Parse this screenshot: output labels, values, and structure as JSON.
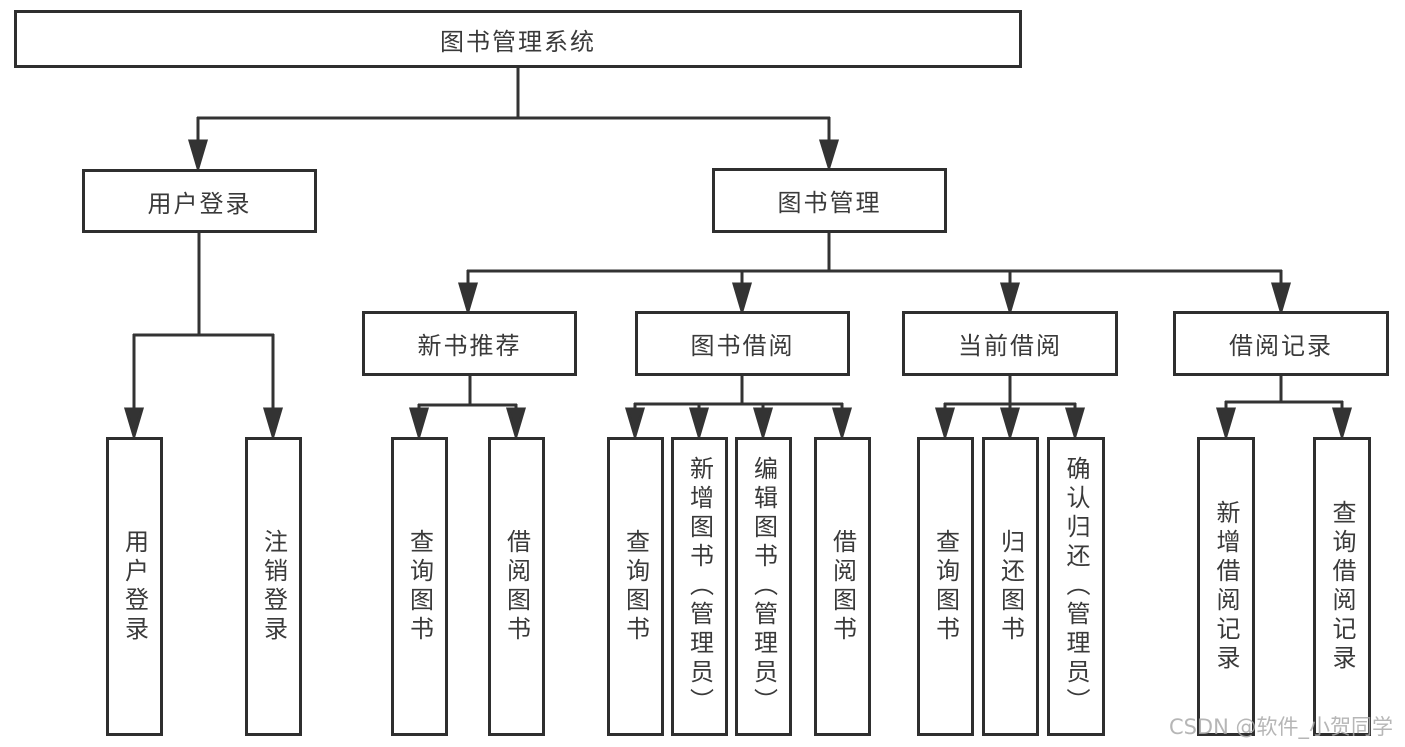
{
  "diagram": {
    "root": {
      "label": "图书管理系统"
    },
    "level2": {
      "user_login": {
        "label": "用户登录"
      },
      "book_mgmt": {
        "label": "图书管理"
      }
    },
    "level3": {
      "new_book_rec": {
        "label": "新书推荐"
      },
      "book_borrow": {
        "label": "图书借阅"
      },
      "current_borrow": {
        "label": "当前借阅"
      },
      "borrow_records": {
        "label": "借阅记录"
      }
    },
    "leaves": {
      "user_login": [
        "用户登录",
        "注销登录"
      ],
      "new_book_rec": [
        "查询图书",
        "借阅图书"
      ],
      "book_borrow": [
        "查询图书",
        "新增图书（管理员）",
        "编辑图书（管理员）",
        "借阅图书"
      ],
      "current_borrow": [
        "查询图书",
        "归还图书",
        "确认归还（管理员）"
      ],
      "borrow_records": [
        "新增借阅记录",
        "查询借阅记录"
      ]
    }
  },
  "watermark": {
    "text": "CSDN @软件_小贺同学"
  },
  "colors": {
    "line": "#333333",
    "box_border": "#2f2f2f",
    "box_background": "#ffffff",
    "text": "#3a3a3a",
    "watermark": "#aaaaaa"
  }
}
